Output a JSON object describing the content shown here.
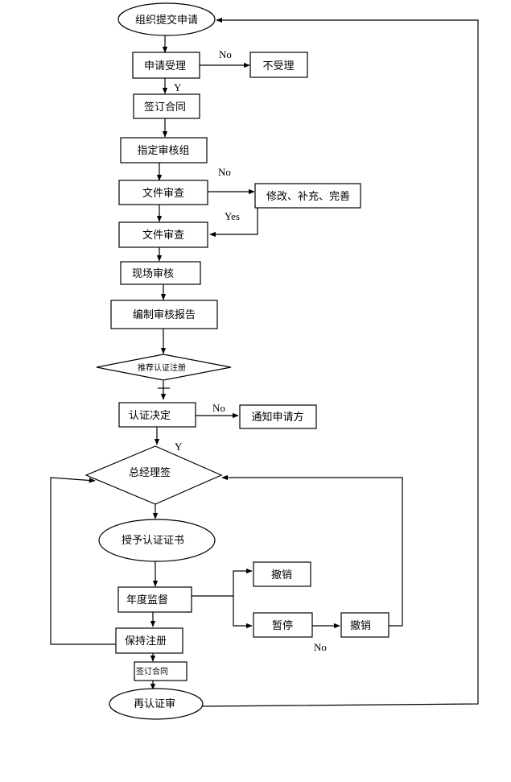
{
  "nodes": {
    "submit_application": "组织提交申请",
    "accept_application": "申请受理",
    "not_accepted": "不受理",
    "sign_contract": "签订合同",
    "assign_audit_team": "指定审核组",
    "document_review_1": "文件审查",
    "revise_supplement": "修改、补充、完善",
    "document_review_2": "文件审查",
    "onsite_audit": "现场审核",
    "prepare_audit_report": "编制审核报告",
    "recommend_registration": "推荐认证注册",
    "certification_decision": "认证决定",
    "notify_applicant": "通知申请方",
    "gm_sign": "总经理签",
    "grant_certificate": "授予认证证书",
    "revoke_1": "撤销",
    "annual_supervision": "年度监督",
    "suspend": "暂停",
    "revoke_2": "撤销",
    "maintain_registration": "保持注册",
    "sign_contract_2": "签订合同",
    "recertification": "再认证审"
  },
  "labels": {
    "no_accept": "No",
    "yes_accept": "Y",
    "no_review": "No",
    "yes_review": "Yes",
    "no_decision": "No",
    "yes_decision": "Y",
    "no_suspend": "No"
  }
}
